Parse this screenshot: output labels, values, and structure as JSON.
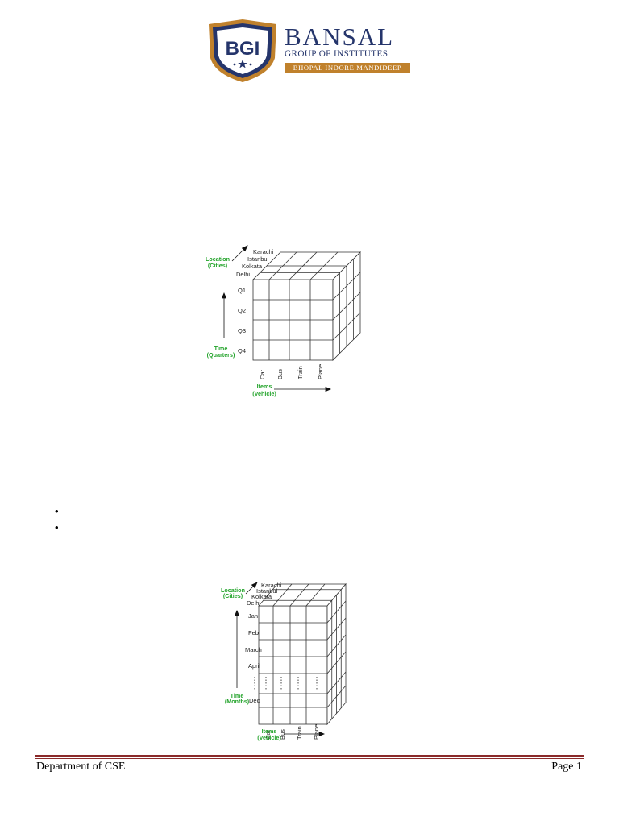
{
  "logo": {
    "badge_text": "BGI",
    "name": "BANSAL",
    "subtitle": "GROUP OF INSTITUTES",
    "locations": "BHOPAL INDORE MANDIDEEP",
    "colors": {
      "navy": "#25356b",
      "gold": "#c0812c"
    }
  },
  "cube1": {
    "axis_location": [
      "Location",
      "(Cities)"
    ],
    "axis_time": [
      "Time",
      "(Quarters)"
    ],
    "axis_items": [
      "Items",
      "(Vehicle)"
    ],
    "cities": [
      "Karachi",
      "Istanbul",
      "Kolkata",
      "Delhi"
    ],
    "rows": [
      "Q1",
      "Q2",
      "Q3",
      "Q4"
    ],
    "items": [
      "Car",
      "Bus",
      "Train",
      "Plane"
    ]
  },
  "bullets": [
    "",
    ""
  ],
  "cube2": {
    "axis_location": [
      "Location",
      "(Cities)"
    ],
    "axis_time": [
      "Time",
      "(Months)"
    ],
    "axis_items": [
      "Items",
      "(Vehicle)"
    ],
    "cities": [
      "Karachi",
      "Istanbul",
      "Kolkata",
      "Delhi"
    ],
    "rows": [
      "Jan",
      "Feb",
      "March",
      "April",
      "Dec"
    ],
    "items": [
      "Car",
      "Bus",
      "Train",
      "Plane"
    ]
  },
  "footer": {
    "left": "Department of CSE",
    "right": "Page 1",
    "rule_color": "#8b2a2a"
  }
}
